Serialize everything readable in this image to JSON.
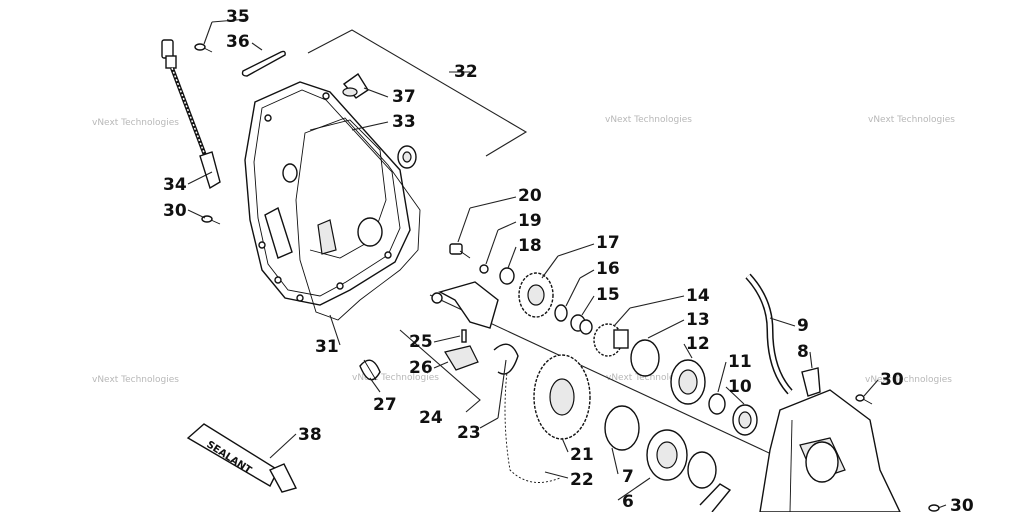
{
  "diagram": {
    "callouts": [
      {
        "id": "35",
        "label": "35"
      },
      {
        "id": "36",
        "label": "36"
      },
      {
        "id": "32",
        "label": "32"
      },
      {
        "id": "37",
        "label": "37"
      },
      {
        "id": "33",
        "label": "33"
      },
      {
        "id": "34",
        "label": "34"
      },
      {
        "id": "30a",
        "label": "30"
      },
      {
        "id": "20",
        "label": "20"
      },
      {
        "id": "19",
        "label": "19"
      },
      {
        "id": "18",
        "label": "18"
      },
      {
        "id": "17",
        "label": "17"
      },
      {
        "id": "16",
        "label": "16"
      },
      {
        "id": "15",
        "label": "15"
      },
      {
        "id": "14",
        "label": "14"
      },
      {
        "id": "13",
        "label": "13"
      },
      {
        "id": "12",
        "label": "12"
      },
      {
        "id": "11",
        "label": "11"
      },
      {
        "id": "10",
        "label": "10"
      },
      {
        "id": "9",
        "label": "9"
      },
      {
        "id": "8",
        "label": "8"
      },
      {
        "id": "30b",
        "label": "30"
      },
      {
        "id": "31",
        "label": "31"
      },
      {
        "id": "25",
        "label": "25"
      },
      {
        "id": "26",
        "label": "26"
      },
      {
        "id": "27",
        "label": "27"
      },
      {
        "id": "24",
        "label": "24"
      },
      {
        "id": "23",
        "label": "23"
      },
      {
        "id": "21",
        "label": "21"
      },
      {
        "id": "22",
        "label": "22"
      },
      {
        "id": "7",
        "label": "7"
      },
      {
        "id": "6",
        "label": "6"
      },
      {
        "id": "38",
        "label": "38"
      },
      {
        "id": "30c",
        "label": "30"
      }
    ],
    "sealant_tube_text": "SEALANT",
    "watermark_text": "vNext Technologies"
  }
}
